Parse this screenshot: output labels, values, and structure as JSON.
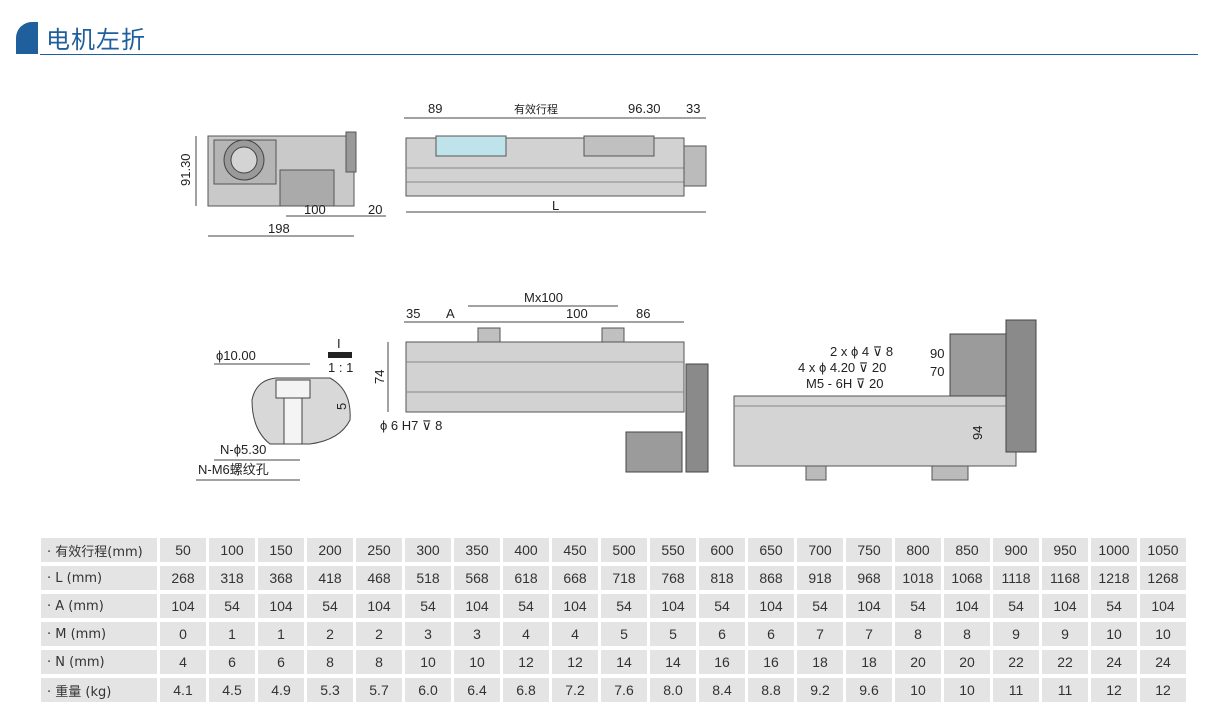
{
  "header": {
    "title": "电机左折"
  },
  "drawing": {
    "side_view": {
      "height": "91.30",
      "dim_100": "100",
      "dim_20": "20",
      "width": "198"
    },
    "top_view": {
      "dim_89": "89",
      "stroke_label": "有效行程",
      "dim_96_30": "96.30",
      "dim_33": "33",
      "length": "L"
    },
    "detail": {
      "dia_top": "ϕ10.00",
      "depth": "5",
      "dia_hole": "N-ϕ5.30",
      "thread": "N-M6螺纹孔",
      "section_mark": "I",
      "scale": "1 : 1"
    },
    "bottom_view": {
      "dim_35": "35",
      "dim_A": "A",
      "dim_m": "Mx100",
      "dim_100": "100",
      "dim_86": "86",
      "height": "74",
      "pin": "ϕ 6 H7 ⊽ 8"
    },
    "end_view": {
      "note1": "2 x ϕ 4 ⊽ 8",
      "note2": "4 x ϕ 4.20 ⊽ 20",
      "note3": "M5 - 6H ⊽ 20",
      "dim_90": "90",
      "dim_70": "70",
      "dim_94": "94"
    }
  },
  "table": {
    "rows": [
      {
        "label": "· 有效行程(mm)",
        "values": [
          "50",
          "100",
          "150",
          "200",
          "250",
          "300",
          "350",
          "400",
          "450",
          "500",
          "550",
          "600",
          "650",
          "700",
          "750",
          "800",
          "850",
          "900",
          "950",
          "1000",
          "1050"
        ]
      },
      {
        "label": "· L (mm)",
        "values": [
          "268",
          "318",
          "368",
          "418",
          "468",
          "518",
          "568",
          "618",
          "668",
          "718",
          "768",
          "818",
          "868",
          "918",
          "968",
          "1018",
          "1068",
          "1118",
          "1168",
          "1218",
          "1268"
        ]
      },
      {
        "label": "· A (mm)",
        "values": [
          "104",
          "54",
          "104",
          "54",
          "104",
          "54",
          "104",
          "54",
          "104",
          "54",
          "104",
          "54",
          "104",
          "54",
          "104",
          "54",
          "104",
          "54",
          "104",
          "54",
          "104"
        ]
      },
      {
        "label": "· M (mm)",
        "values": [
          "0",
          "1",
          "1",
          "2",
          "2",
          "3",
          "3",
          "4",
          "4",
          "5",
          "5",
          "6",
          "6",
          "7",
          "7",
          "8",
          "8",
          "9",
          "9",
          "10",
          "10"
        ]
      },
      {
        "label": "· N (mm)",
        "values": [
          "4",
          "6",
          "6",
          "8",
          "8",
          "10",
          "10",
          "12",
          "12",
          "14",
          "14",
          "16",
          "16",
          "18",
          "18",
          "20",
          "20",
          "22",
          "22",
          "24",
          "24"
        ]
      },
      {
        "label": "· 重量 (kg)",
        "values": [
          "4.1",
          "4.5",
          "4.9",
          "5.3",
          "5.7",
          "6.0",
          "6.4",
          "6.8",
          "7.2",
          "7.6",
          "8.0",
          "8.4",
          "8.8",
          "9.2",
          "9.6",
          "10",
          "10",
          "11",
          "11",
          "12",
          "12"
        ]
      }
    ]
  },
  "colors": {
    "accent": "#1f5f9e",
    "cell_bg": "#e4e4e4",
    "body_gray": "#c7c7c7",
    "carriage_blue": "#bfe3ea"
  }
}
